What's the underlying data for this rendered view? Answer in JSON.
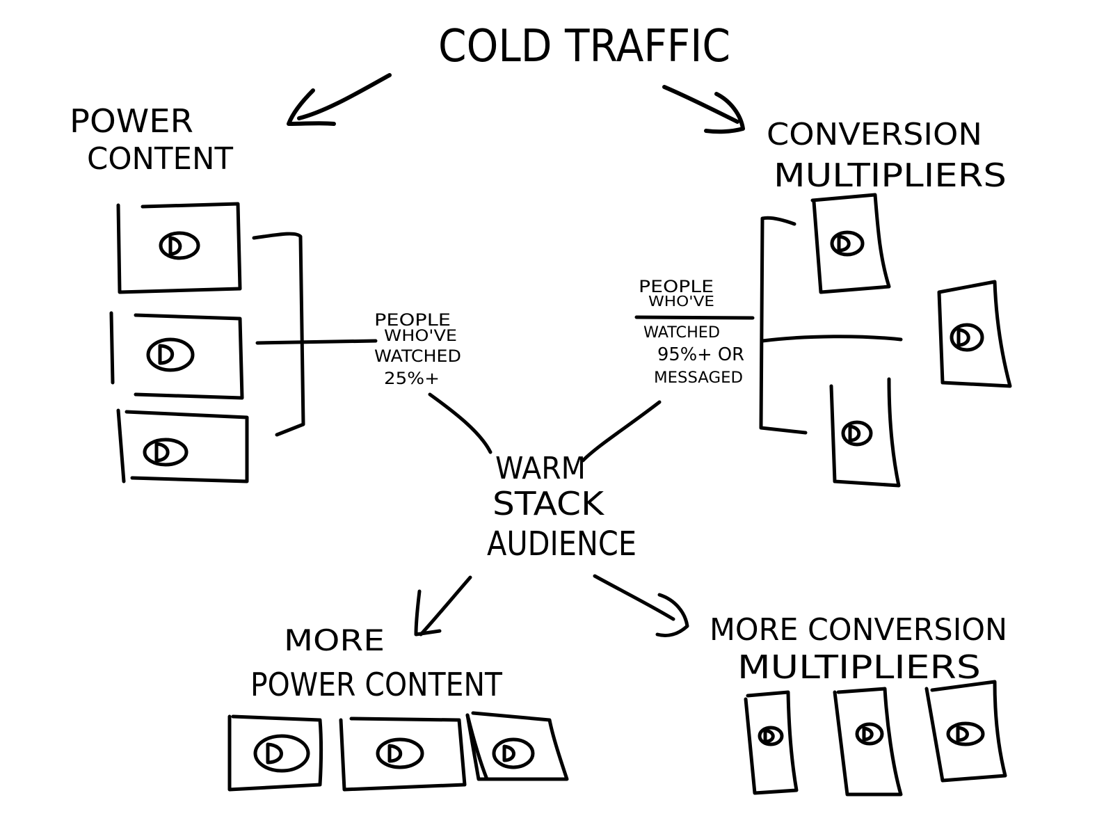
{
  "diagram": {
    "title": "COLD TRAFFIC",
    "power_content": {
      "label_line1": "POWER",
      "label_line2": "CONTENT",
      "video_count": 3,
      "annotation_line1": "PEOPLE",
      "annotation_line2": "WHO'VE",
      "annotation_line3": "WATCHED",
      "annotation_line4": "25%+"
    },
    "conversion_multipliers": {
      "label_line1": "CONVERSION",
      "label_line2": "MULTIPLIERS",
      "video_count": 3,
      "annotation_line1": "PEOPLE",
      "annotation_line2": "WHO'VE",
      "annotation_line3": "WATCHED",
      "annotation_line4": "95%+ or",
      "annotation_line5": "MESSAGED"
    },
    "warm_stack": {
      "line1": "WARM",
      "line2": "STACK",
      "line3": "AUDIENCE"
    },
    "more_power_content": {
      "line1": "MORE",
      "line2": "POWER CONTENT",
      "video_count": 3
    },
    "more_conversion_multipliers": {
      "line1": "MORE CONVERSION",
      "line2": "MULTIPLIERS",
      "video_count": 3
    }
  }
}
